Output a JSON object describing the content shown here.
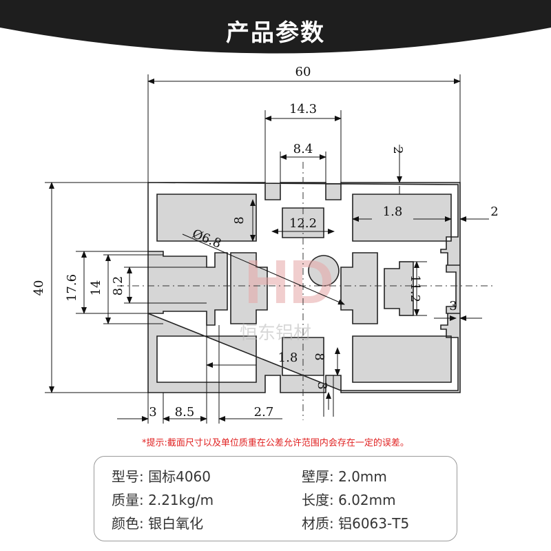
{
  "header": {
    "title": "产品参数"
  },
  "watermark": {
    "text": "恒东铝材",
    "logo": "HD"
  },
  "dimensions": {
    "overall_width": "60",
    "overall_height": "40",
    "slot_outer": "14.3",
    "slot_opening": "8.4",
    "wall_right": "2",
    "wall_inner": "1.8",
    "wall_edge": "2",
    "slot_depth_top": "8",
    "slot_inner_width": "12.2",
    "hole_diameter": "Ø6.8",
    "side_slot_outer": "17.6",
    "side_slot_mid": "14",
    "side_slot_opening": "8.2",
    "right_slot": "11.2",
    "right_lip": "3",
    "bottom_wall": "1.8",
    "bottom_depth": "8",
    "bottom_lip": "3",
    "dim_3": "3",
    "dim_8_5": "8.5",
    "dim_2_7": "2.7"
  },
  "note": "*提示:截面尺寸以及单位质重在公差允许范围内会存在一定的误差。",
  "specs": {
    "model_label": "型号:",
    "model_value": "国标4060",
    "wall_label": "壁厚:",
    "wall_value": "2.0mm",
    "weight_label": "质量:",
    "weight_value": "2.21kg/m",
    "length_label": "长度:",
    "length_value": "6.02mm",
    "color_label": "颜色:",
    "color_value": "银白氧化",
    "material_label": "材质:",
    "material_value": "铝6063-T5"
  },
  "colors": {
    "banner": "#1e1e1e",
    "profile_fill": "#d6d6d6",
    "note": "#e02020",
    "watermark": "#e7a7a7"
  }
}
